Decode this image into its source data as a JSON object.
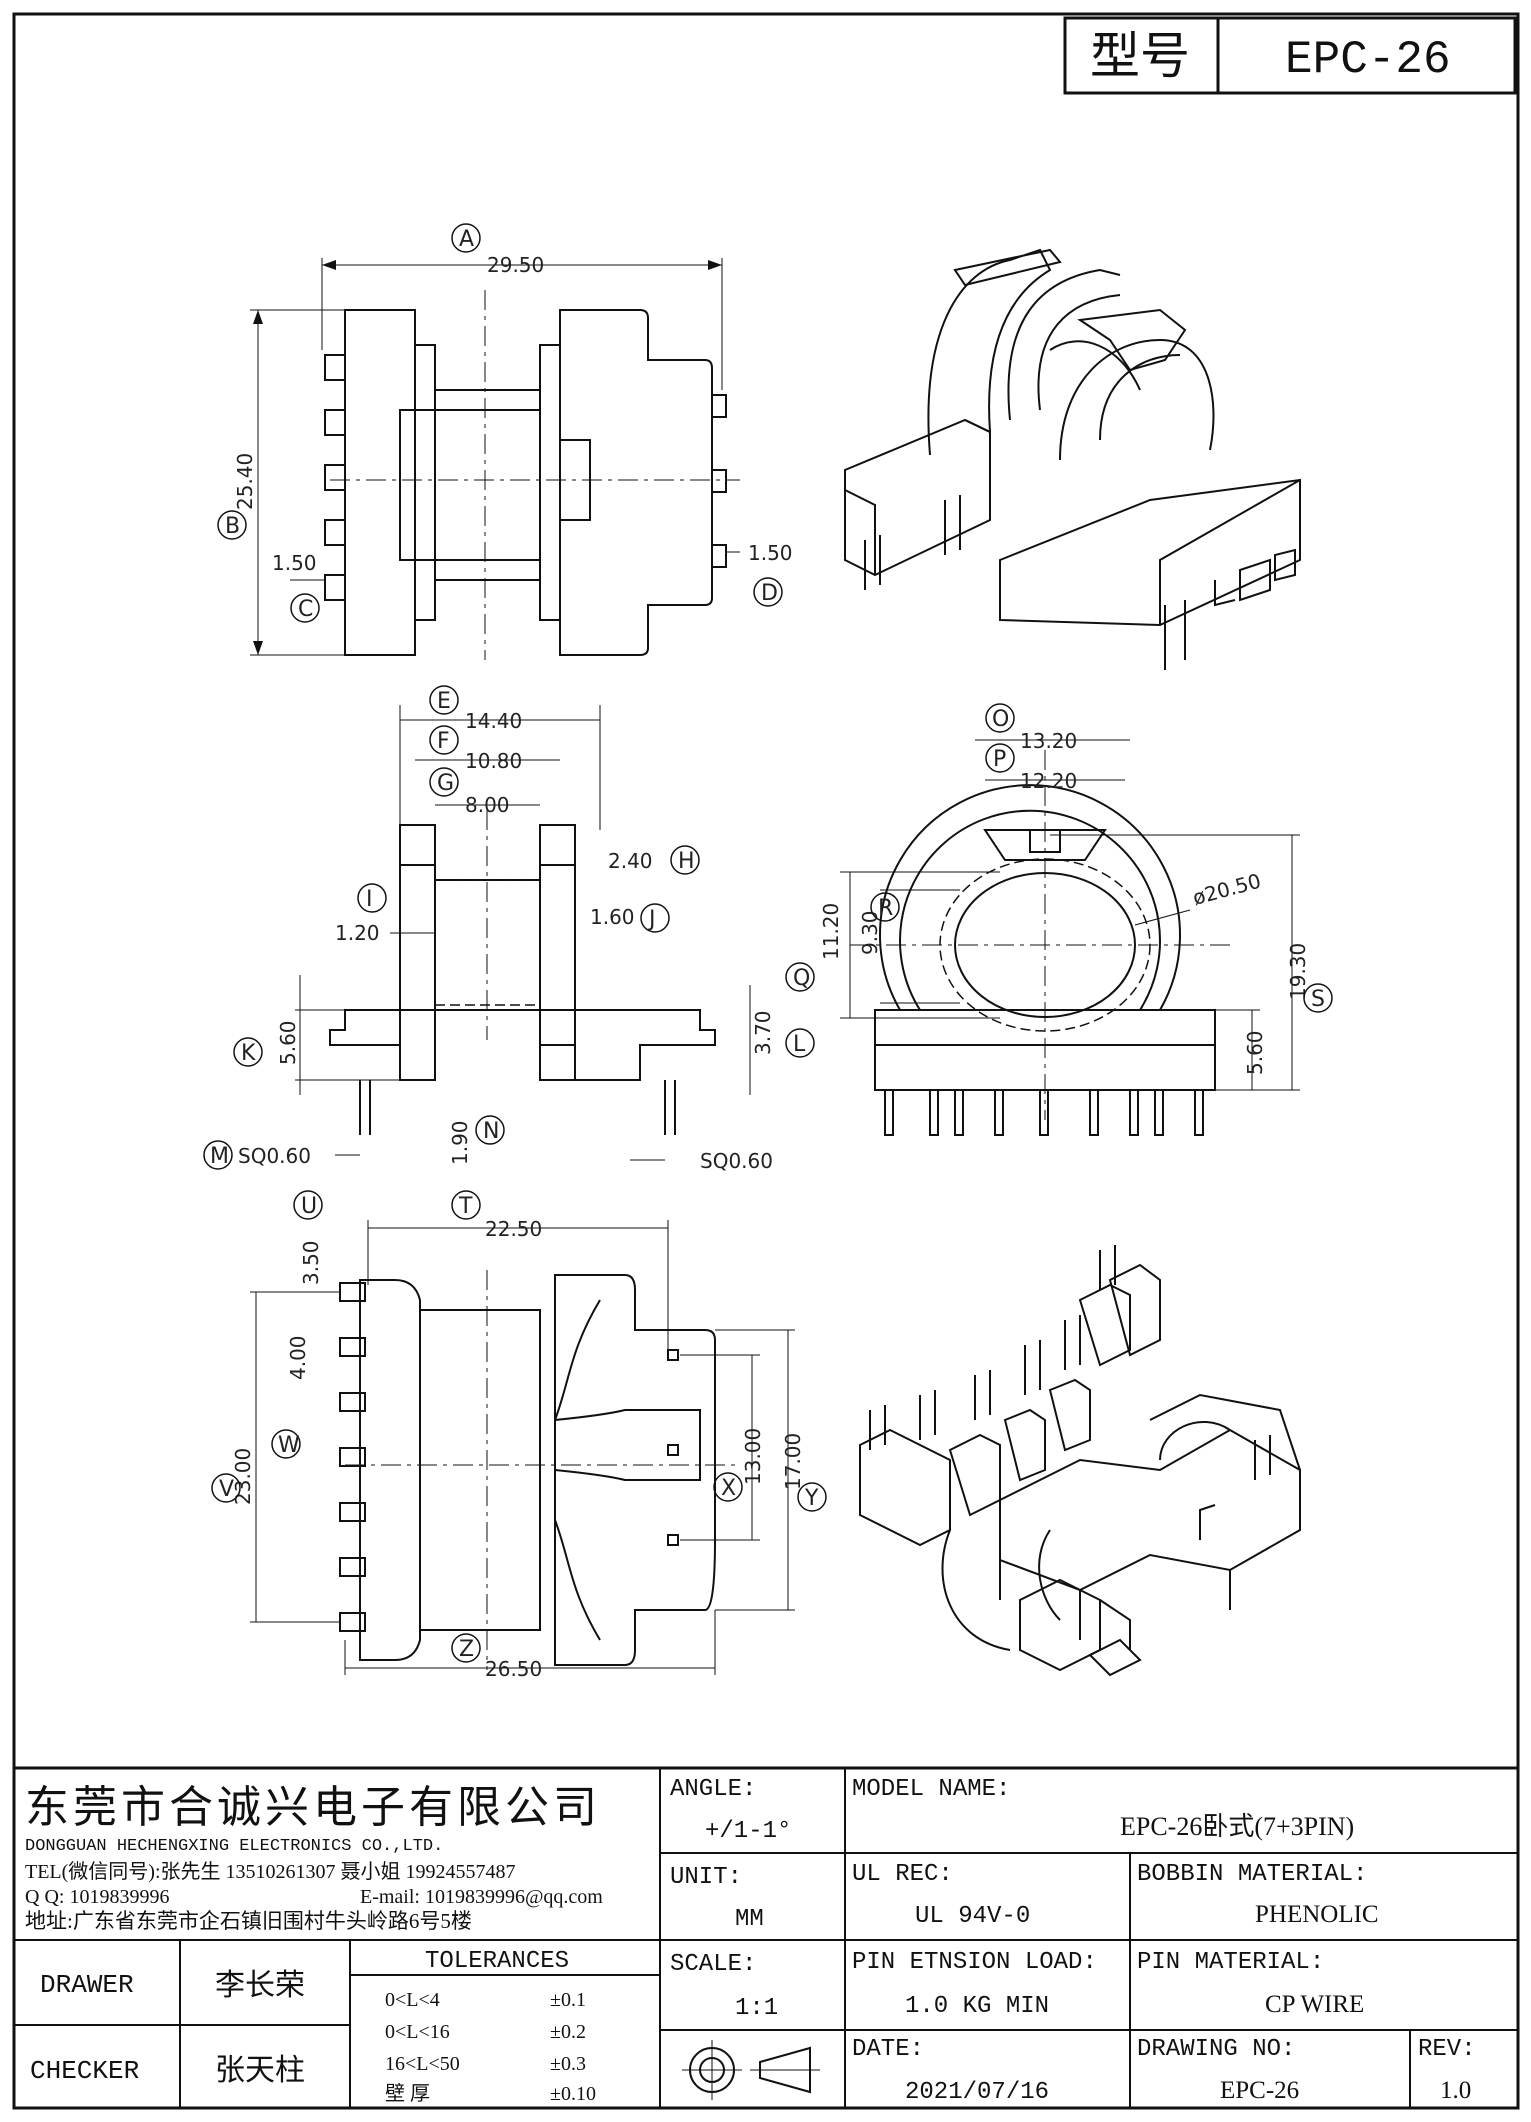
{
  "model_box": {
    "label": "型号",
    "value": "EPC-26"
  },
  "dimensions": {
    "A": "29.50",
    "B": "25.40",
    "C": "1.50",
    "D": "1.50",
    "E": "14.40",
    "F": "10.80",
    "G": "8.00",
    "H": "2.40",
    "I": "1.20",
    "J": "1.60",
    "K": "5.60",
    "L": "3.70",
    "M": "SQ0.60",
    "N": "1.90",
    "N2": "SQ0.60",
    "O": "13.20",
    "P": "12.20",
    "Q": "11.20",
    "R": "9.30",
    "dia": "ø20.50",
    "S": "19.30",
    "S2": "5.60",
    "T": "22.50",
    "U": "3.50",
    "W": "4.00",
    "V": "23.00",
    "X": "13.00",
    "Y": "17.00",
    "Z": "26.50"
  },
  "labels": {
    "A": "A",
    "B": "B",
    "C": "C",
    "D": "D",
    "E": "E",
    "F": "F",
    "G": "G",
    "H": "H",
    "I": "I",
    "J": "J",
    "K": "K",
    "L": "L",
    "M": "M",
    "N": "N",
    "O": "O",
    "P": "P",
    "Q": "Q",
    "R": "R",
    "S": "S",
    "T": "T",
    "U": "U",
    "V": "V",
    "W": "W",
    "X": "X",
    "Y": "Y",
    "Z": "Z"
  },
  "company": {
    "name_cn": "东莞市合诚兴电子有限公司",
    "name_en": "DONGGUAN HECHENGXING ELECTRONICS CO.,LTD.",
    "tel": "TEL(微信同号):张先生 13510261307 聂小姐 19924557487",
    "qq": "Q Q: 1019839996",
    "email": "E-mail: 1019839996@qq.com",
    "address": "地址:广东省东莞市企石镇旧围村牛头岭路6号5楼"
  },
  "title_block": {
    "angle_label": "ANGLE:",
    "angle_value": "+/1-1°",
    "unit_label": "UNIT:",
    "unit_value": "MM",
    "scale_label": "SCALE:",
    "scale_value": "1:1",
    "model_label": "MODEL NAME:",
    "model_value": "EPC-26卧式(7+3PIN)",
    "ul_label": "UL REC:",
    "ul_value": "UL 94V-0",
    "bobbin_label": "BOBBIN MATERIAL:",
    "bobbin_value": "PHENOLIC",
    "pin_load_label": "PIN ETNSION LOAD:",
    "pin_load_value": "1.0 KG MIN",
    "pin_mat_label": "PIN MATERIAL:",
    "pin_mat_value": "CP WIRE",
    "date_label": "DATE:",
    "date_value": "2021/07/16",
    "drawing_label": "DRAWING NO:",
    "drawing_value": "EPC-26",
    "rev_label": "REV:",
    "rev_value": "1.0",
    "drawer_label": "DRAWER",
    "drawer_value": "李长荣",
    "checker_label": "CHECKER",
    "checker_value": "张天柱",
    "tol_title": "TOLERANCES",
    "tolerances": [
      {
        "range": "0<L<4",
        "value": "±0.1"
      },
      {
        "range": "0<L<16",
        "value": "±0.2"
      },
      {
        "range": "16<L<50",
        "value": "±0.3"
      },
      {
        "range": "壁  厚",
        "value": "±0.10"
      }
    ]
  }
}
